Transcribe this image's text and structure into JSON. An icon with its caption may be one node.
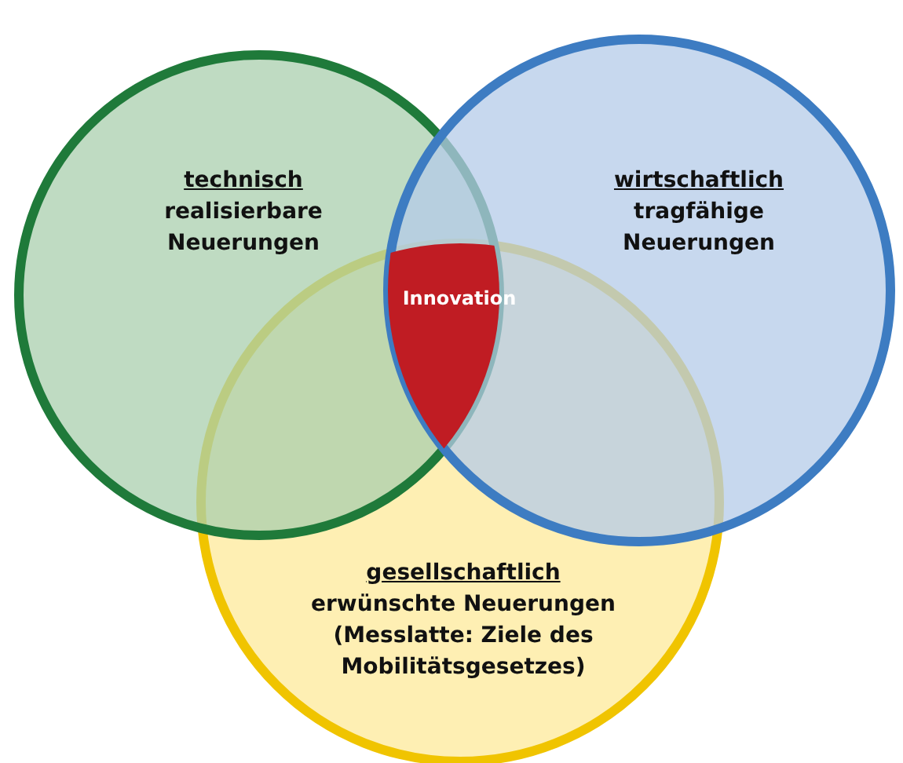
{
  "diagram": {
    "nodes": [
      {
        "text": [
          "technisch",
          "realisierbare Neuerungen"
        ]
      },
      {
        "text": [
          "wirtschaftlich",
          "tragfähige Neuerungen"
        ]
      },
      {
        "text": [
          "gesellschaftlich",
          "erwünschte Neuerungen (Messlatte: Ziele des Mobilitätsgesetzes)"
        ]
      },
      {
        "text": [
          "Innovation"
        ]
      }
    ]
  }
}
